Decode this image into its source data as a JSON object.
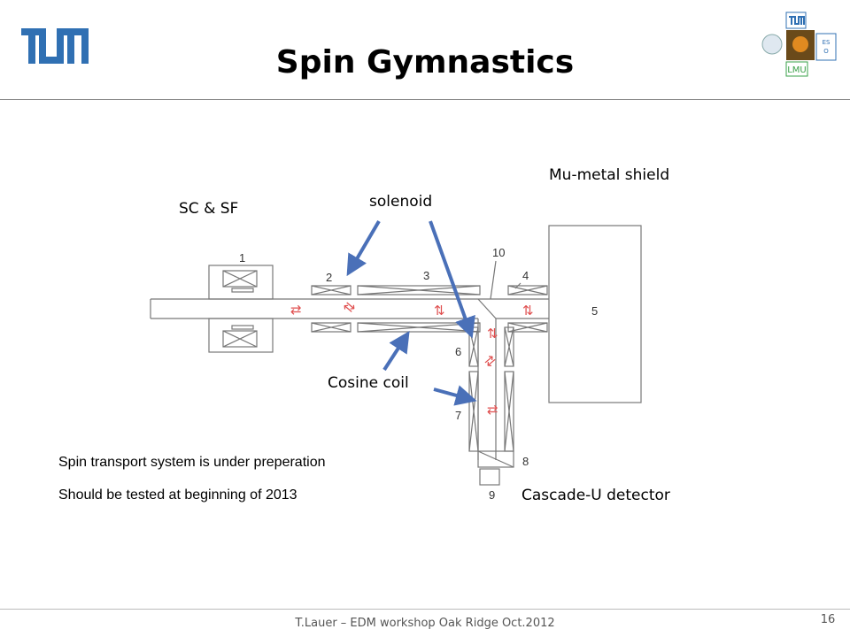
{
  "header": {
    "title": "Spin Gymnastics",
    "logo_left_text": "TUM",
    "logo_right_text": "TUM LMU ESO"
  },
  "diagram": {
    "labels": {
      "mu_metal": "Mu-metal shield",
      "solenoid": "solenoid",
      "sc_sf": "SC & SF",
      "cosine_coil": "Cosine coil",
      "cascade": "Cascade-U detector"
    },
    "part_numbers": [
      "1",
      "2",
      "3",
      "10",
      "4",
      "5",
      "6",
      "7",
      "8",
      "9"
    ]
  },
  "notes": [
    "Spin transport system is under preperation",
    "Should be tested at beginning of 2013"
  ],
  "footer": {
    "text": "T.Lauer – EDM workshop Oak Ridge Oct.2012",
    "page": "16"
  },
  "colors": {
    "logo_blue": "#3070b3",
    "arrow_blue": "#4a70b8",
    "spin_red": "#e05050"
  }
}
